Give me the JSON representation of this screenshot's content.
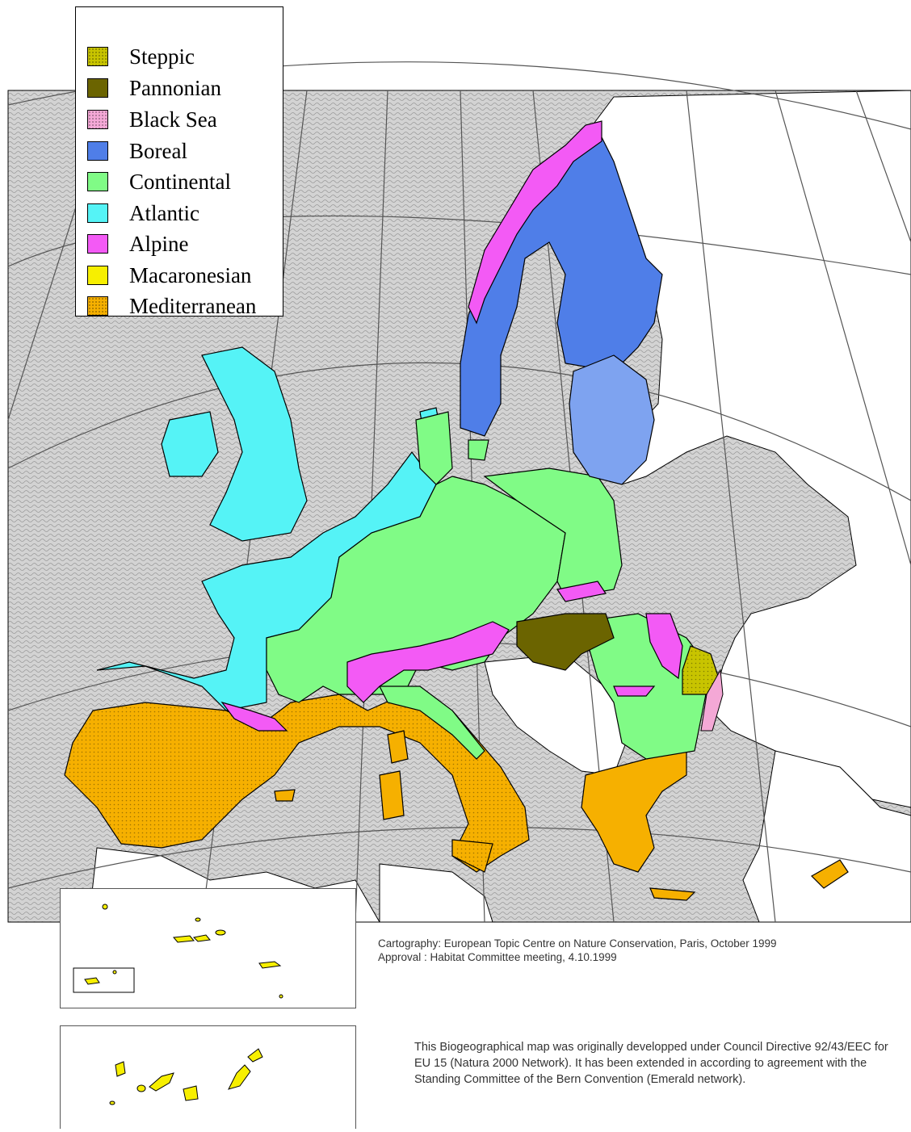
{
  "legend": {
    "items": [
      {
        "label": "Steppic",
        "color": "#c8c400",
        "pattern": "dots"
      },
      {
        "label": "Pannonian",
        "color": "#6b6400",
        "pattern": "none"
      },
      {
        "label": "Black Sea",
        "color": "#f4a8d6",
        "pattern": "dots"
      },
      {
        "label": "Boreal",
        "color": "#4f7ee8",
        "pattern": "none"
      },
      {
        "label": "Continental",
        "color": "#80fb86",
        "pattern": "none"
      },
      {
        "label": "Atlantic",
        "color": "#55f3f6",
        "pattern": "none"
      },
      {
        "label": "Alpine",
        "color": "#f35af5",
        "pattern": "none"
      },
      {
        "label": "Macaronesian",
        "color": "#f7ef00",
        "pattern": "none"
      },
      {
        "label": "Mediterranean",
        "color": "#f6b000",
        "pattern": "dots"
      }
    ]
  },
  "credits": {
    "line1": "Cartography: European Topic Centre on Nature Conservation, Paris, October 1999",
    "line2": "Approval : Habitat Committee meeting, 4.10.1999"
  },
  "note": "This Biogeographical map was originally developped under Council Directive 92/43/EEC for EU 15 (Natura 2000 Network). It has been extended in according to agreement with the Standing Committee of the Bern Convention (Emerald network).",
  "colors": {
    "sea_hatch": "#c9c9c9",
    "non_member_land": "#ffffff",
    "boreal_baltic": "#7ea3f0",
    "continental_east": "#98fb98",
    "outline": "#000000"
  }
}
